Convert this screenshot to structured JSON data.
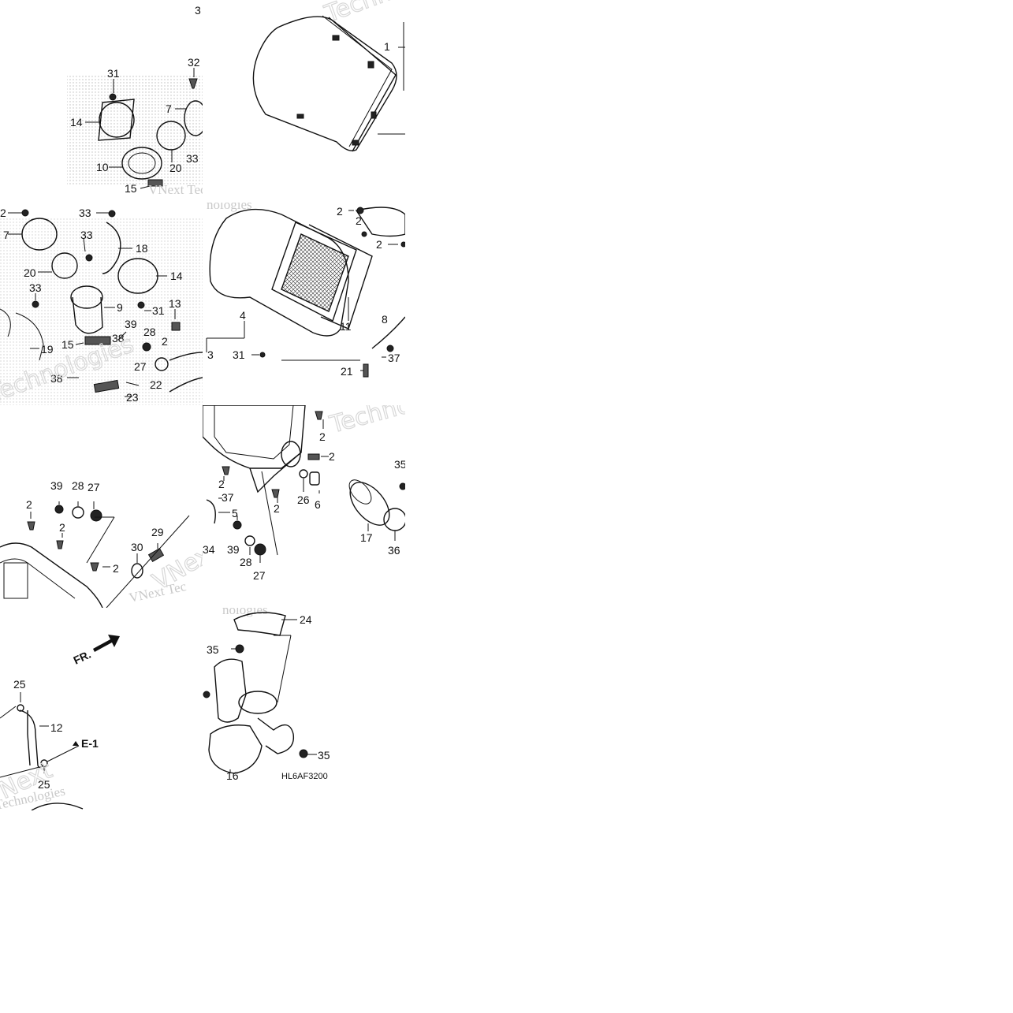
{
  "watermarks": {
    "vnext": "VNext",
    "technologies": "Technologies",
    "techno": "Techno",
    "tec": "VNext Tec",
    "nologies": "nologies"
  },
  "diagram_code": "HL6AF3200",
  "direction": {
    "label": "FR.",
    "arrow_icon": "front-direction-arrow-icon"
  },
  "reference": {
    "label": "E-1"
  },
  "tiles": {
    "t1": {
      "labels": [
        "31",
        "32",
        "14",
        "7",
        "10",
        "20",
        "33",
        "15",
        "3"
      ]
    },
    "t2": {
      "labels": [
        "1"
      ]
    },
    "t3": {
      "labels": [
        "2",
        "33",
        "7",
        "33",
        "18",
        "20",
        "14",
        "9",
        "31",
        "33",
        "13",
        "39",
        "28",
        "15",
        "38",
        "2",
        "27",
        "19",
        "38",
        "22",
        "23"
      ]
    },
    "t4": {
      "labels": [
        "2",
        "2",
        "2",
        "4",
        "3",
        "31",
        "11",
        "8",
        "37",
        "21"
      ]
    },
    "t5": {
      "labels": [
        "39",
        "28",
        "27",
        "2",
        "2",
        "29",
        "30",
        "2"
      ]
    },
    "t6": {
      "labels": [
        "2",
        "2",
        "2",
        "35",
        "37",
        "26",
        "6",
        "2",
        "5",
        "34",
        "39",
        "28",
        "27",
        "17",
        "36"
      ]
    },
    "t7": {
      "labels": [
        "25",
        "12",
        "25"
      ]
    },
    "t8": {
      "labels": [
        "24",
        "35",
        "35",
        "16"
      ]
    }
  }
}
